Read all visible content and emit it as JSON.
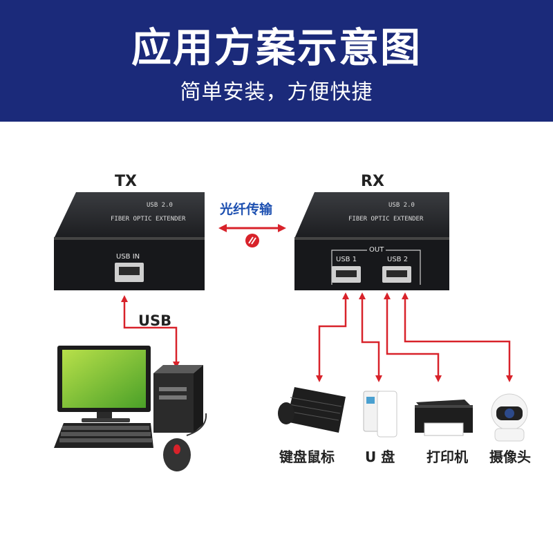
{
  "header": {
    "title": "应用方案示意图",
    "subtitle": "简单安装，方便快捷"
  },
  "diagram": {
    "tx_label": "TX",
    "rx_label": "RX",
    "fiber_label": "光纤传输",
    "usb_label": "USB",
    "tx_port_label": "USB IN",
    "rx_out_label": "OUT",
    "rx_port1_label": "USB 1",
    "rx_port2_label": "USB 2",
    "device_model_text": "USB 2.0",
    "device_name_text": "FIBER OPTIC EXTENDER"
  },
  "peripherals": [
    {
      "label": "键盘鼠标",
      "icon": "keyboard-mouse-icon"
    },
    {
      "label": "U 盘",
      "icon": "usb-drive-icon"
    },
    {
      "label": "打印机",
      "icon": "printer-icon"
    },
    {
      "label": "摄像头",
      "icon": "camera-icon"
    }
  ],
  "colors": {
    "header_bg": "#1b2a7a",
    "arrow_red": "#d8222a",
    "fiber_blue": "#1c4fb0",
    "device_black": "#1e1f22"
  }
}
